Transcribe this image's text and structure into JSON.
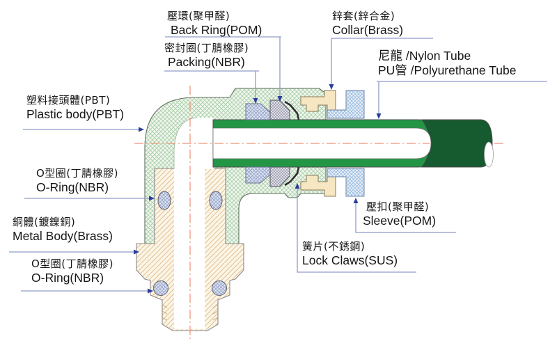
{
  "diagram_type": "pneumatic-elbow-push-in-fitting-cross-section",
  "labels": {
    "back_ring": {
      "zh": "壓環(聚甲醛)",
      "en": "Back Ring(POM)"
    },
    "packing": {
      "zh": "密封圈(丁腈橡膠)",
      "en": "Packing(NBR)"
    },
    "collar": {
      "zh": "鋅套(鋅合金)",
      "en": "Collar(Brass)"
    },
    "tube": {
      "zh": "尼龍 /Nylon Tube",
      "en": "PU管 /Polyurethane Tube"
    },
    "plastic_body": {
      "zh": "塑料接頭體(PBT)",
      "en": "Plastic body(PBT)"
    },
    "oring_top": {
      "zh": "O型圈(丁腈橡膠)",
      "en": "O-Ring(NBR)"
    },
    "metal_body": {
      "zh": "銅體(鍍鎳銅)",
      "en": "Metal Body(Brass)"
    },
    "oring_bottom": {
      "zh": "O型圈(丁腈橡膠)",
      "en": "O-Ring(NBR)"
    },
    "sleeve": {
      "zh": "壓扣(聚甲醛)",
      "en": "Sleeve(POM)"
    },
    "lock_claws": {
      "zh": "簧片(不銹鋼)",
      "en": "Lock Claws(SUS)"
    }
  },
  "colors": {
    "tube_wall_green": "#239646",
    "tube_solid_green": "#165a30",
    "leader_line": "#8f9cc9",
    "arrow_blue": "#2c3e9e",
    "centerline_salmon": "#f0957d",
    "plastic_hatch_green": "#a8cfa8",
    "metal_hatch_beige": "#e3c193",
    "collar_beige": "#f7e6c2",
    "sleeve_blue_hatch": "#94b8dc",
    "nbr_blue_hatch": "#93a0c6",
    "pom_gray_hatch": "#8f8fa4"
  }
}
